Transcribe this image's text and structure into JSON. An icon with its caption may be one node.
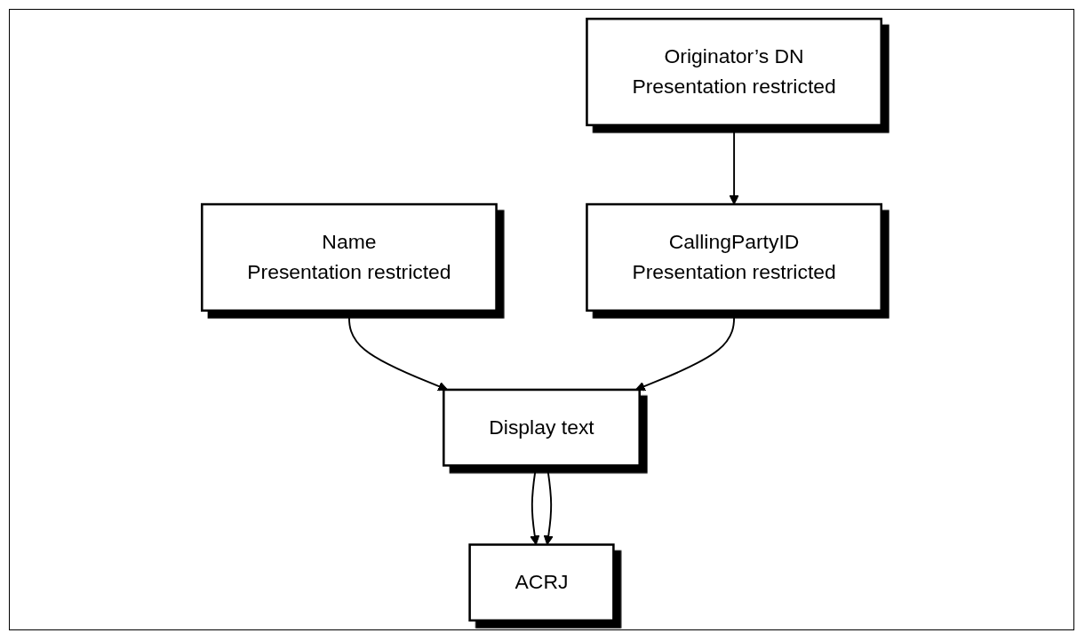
{
  "diagram": {
    "nodes": [
      {
        "text": [
          "Name",
          "Presentation restricted"
        ]
      },
      {
        "text": [
          "Originator’s DN",
          "Presentation restricted"
        ]
      },
      {
        "text": [
          "CallingPartyID",
          "Presentation restricted"
        ]
      },
      {
        "text": [
          "Display text"
        ]
      },
      {
        "text": [
          "ACRJ"
        ]
      }
    ],
    "edges": [
      {
        "from": 0,
        "to": 3,
        "arrow": "to"
      },
      {
        "from": 1,
        "to": 2,
        "arrow": "to"
      },
      {
        "from": 2,
        "to": 3,
        "arrow": "to"
      },
      {
        "from": 3,
        "to": 4,
        "arrow": "to"
      },
      {
        "from": 3,
        "to": 4,
        "arrow": "to"
      }
    ]
  }
}
